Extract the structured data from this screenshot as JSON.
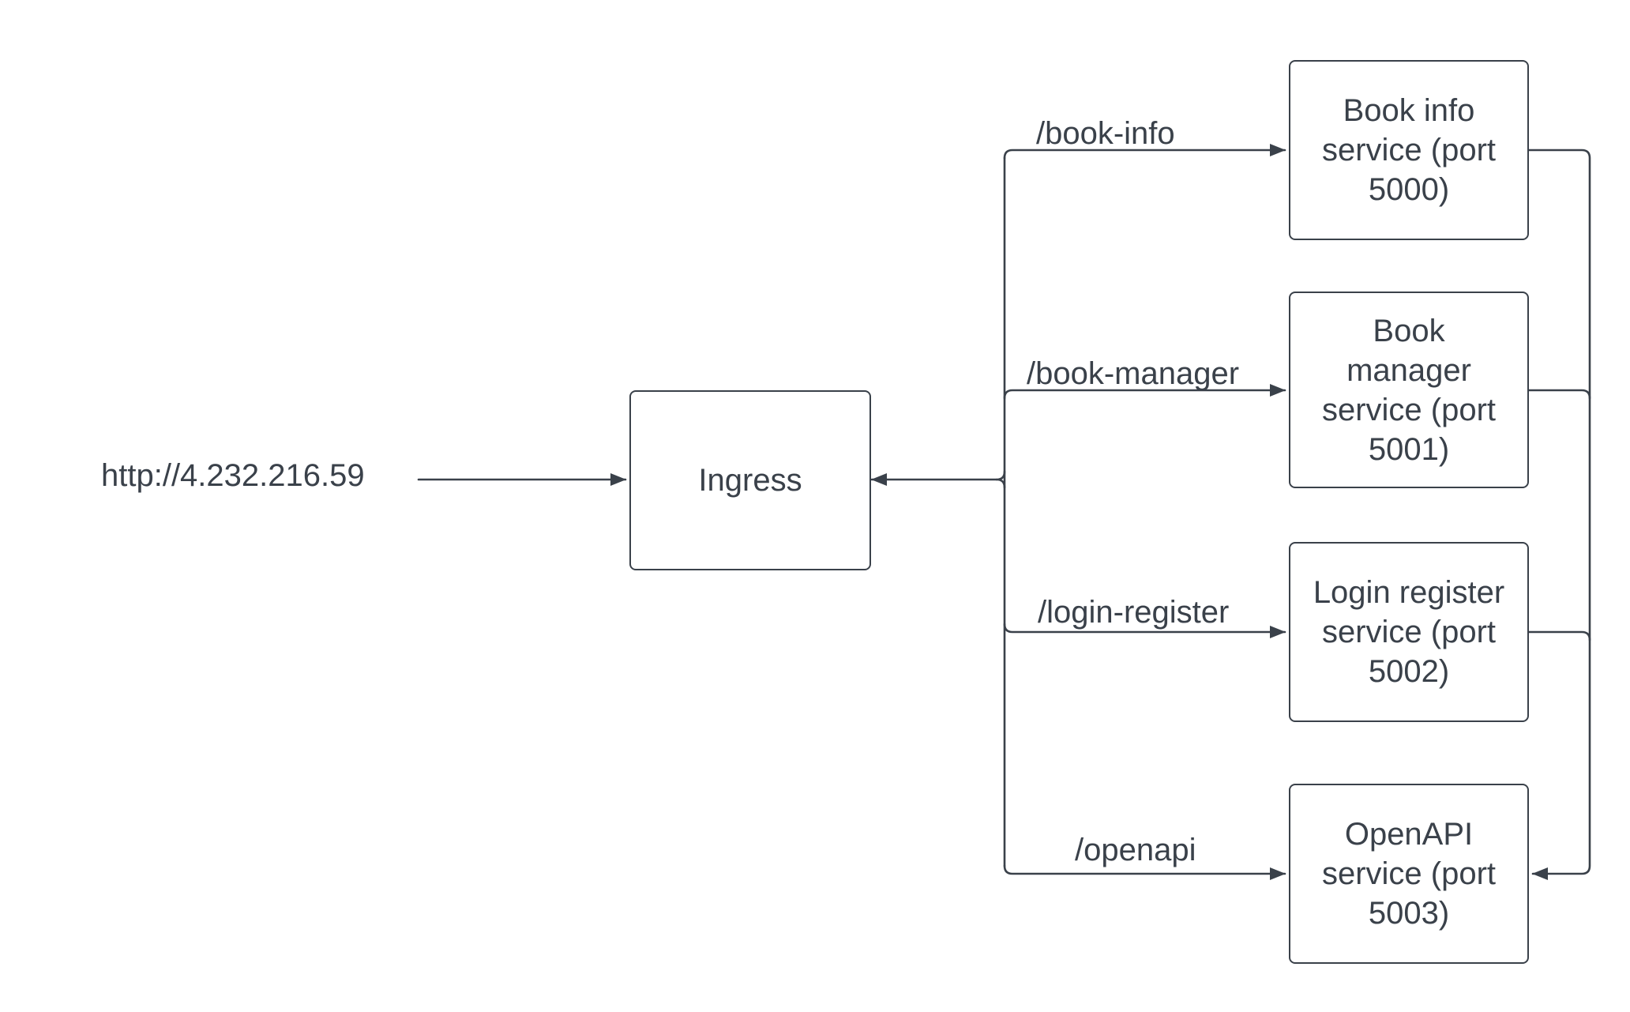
{
  "source_url": "http://4.232.216.59",
  "ingress": {
    "label": "Ingress"
  },
  "routes": [
    {
      "path": "/book-info",
      "service": "Book info\nservice (port\n5000)"
    },
    {
      "path": "/book-manager",
      "service": "Book\nmanager\nservice (port\n5001)"
    },
    {
      "path": "/login-register",
      "service": "Login register\nservice (port\n5002)"
    },
    {
      "path": "/openapi",
      "service": "OpenAPI\nservice (port\n5003)"
    }
  ],
  "colors": {
    "stroke": "#3a414a",
    "text": "#3a414a",
    "background": "#ffffff"
  }
}
